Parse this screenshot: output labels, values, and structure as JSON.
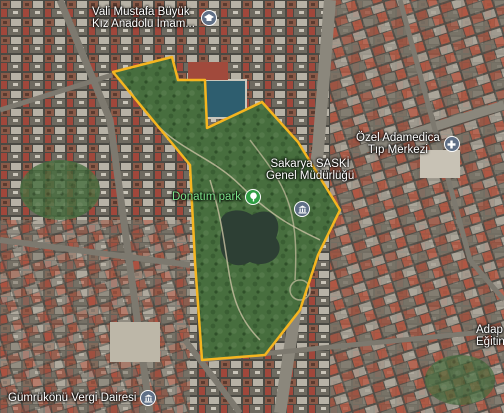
{
  "map": {
    "type": "satellite",
    "boundary_color": "#f5b51f",
    "park_color": "#3f6b3a",
    "labels": {
      "school": {
        "line1": "Vali Mustafa Büyük",
        "line2": "Kız Anadolu İmam...",
        "icon": "graduation-cap-icon"
      },
      "clinic": {
        "line1": "Özel Adamedica",
        "line2": "Tıp Merkezi",
        "icon": "medical-icon"
      },
      "saski": {
        "line1": "Sakarya SASKİ",
        "line2": "Genel Müdürlüğü",
        "icon": "government-building-icon"
      },
      "park": {
        "line1": "Donatım park",
        "icon": "tree-icon",
        "color": "#7ee38a"
      },
      "tax": {
        "line1": "Gümrükönü Vergi Dairesi",
        "icon": "government-building-icon"
      },
      "right_edge": {
        "line1": "Adap",
        "line2": "Eğitin"
      }
    }
  }
}
